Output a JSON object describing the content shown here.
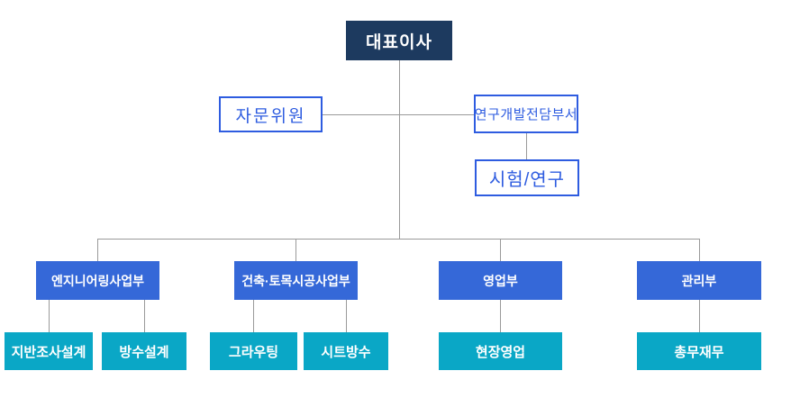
{
  "colors": {
    "navy": "#1d3a5f",
    "blue": "#3568d8",
    "teal": "#0aa7c6",
    "outline": "#2e5ce0",
    "line": "#9a9a9a"
  },
  "org": {
    "ceo": {
      "label": "대표이사"
    },
    "advisory": {
      "label": "자문위원"
    },
    "rnd": {
      "label": "연구개발전담부서"
    },
    "test_research": {
      "label": "시험/연구"
    },
    "divisions": [
      {
        "label": "엔지니어링사업부"
      },
      {
        "label": "건축·토목시공사업부"
      },
      {
        "label": "영업부"
      },
      {
        "label": "관리부"
      }
    ],
    "teams": [
      {
        "label": "지반조사설계",
        "parent": "엔지니어링사업부"
      },
      {
        "label": "방수설계",
        "parent": "엔지니어링사업부"
      },
      {
        "label": "그라우팅",
        "parent": "건축·토목시공사업부"
      },
      {
        "label": "시트방수",
        "parent": "건축·토목시공사업부"
      },
      {
        "label": "현장영업",
        "parent": "영업부"
      },
      {
        "label": "총무재무",
        "parent": "관리부"
      }
    ]
  }
}
